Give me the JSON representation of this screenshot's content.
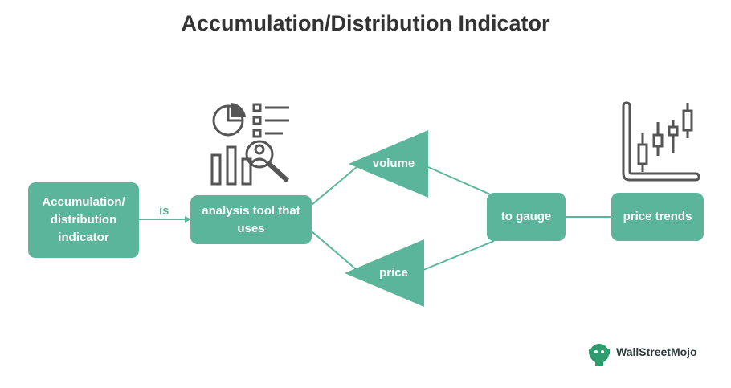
{
  "title": "Accumulation/Distribution Indicator",
  "nodes": {
    "indicator": "Accumulation/ distribution indicator",
    "tool": "analysis tool that uses",
    "volume": "volume",
    "price": "price",
    "gauge": "to gauge",
    "trends": "price trends"
  },
  "edge_labels": {
    "is": "is"
  },
  "logo": {
    "brand": "WallStreetMojo"
  },
  "colors": {
    "accent": "#5bb59a",
    "icon": "#555555",
    "title": "#333333"
  }
}
